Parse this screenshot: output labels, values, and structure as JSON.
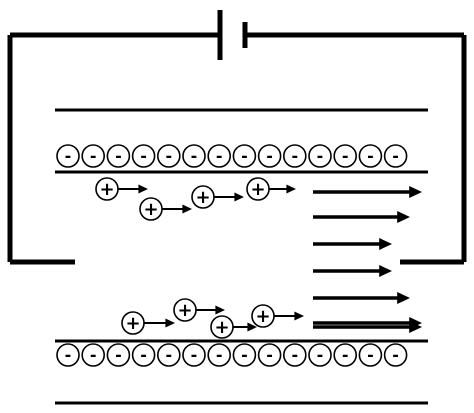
{
  "diagram": {
    "negative_symbol": "-",
    "positive_symbol": "+",
    "colors": {
      "stroke": "#000000",
      "background": "#ffffff"
    },
    "top_layer_negative_count": 14,
    "bottom_layer_negative_count": 14,
    "positive_ion_count": 8,
    "flow_arrow_count": 7
  }
}
